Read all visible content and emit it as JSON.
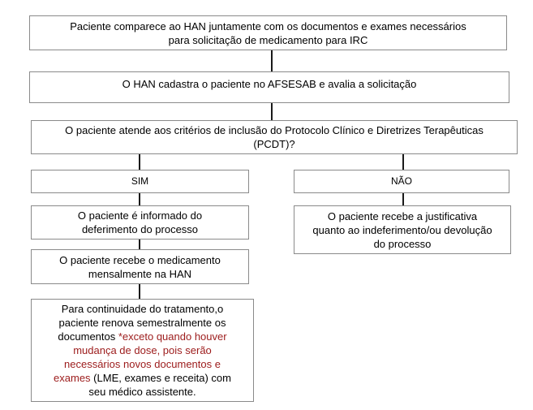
{
  "palette": {
    "background": "#ffffff",
    "box_border": "#8a8a8a",
    "connector": "#1a1a1a",
    "text": "#000000",
    "highlight_text": "#9c1b1b"
  },
  "flowchart": {
    "step_arrival": "Paciente comparece ao HAN juntamente com os documentos e exames necessários\npara solicitação de medicamento para IRC",
    "step_registration": "O HAN cadastra o paciente no AFSESAB e avalia a solicitação",
    "decision": "O paciente atende aos critérios de inclusão do Protocolo Clínico e Diretrizes Terapêuticas\n(PCDT)?",
    "branch_yes_label": "SIM",
    "branch_no_label": "NÃO",
    "yes_step_deferment": "O paciente é informado do\ndeferimento do processo",
    "yes_step_monthly": "O paciente recebe o medicamento\nmensalmente na HAN",
    "yes_step_renewal": {
      "segments": [
        {
          "text": "Para continuidade do tratamento,o\npaciente renova semestralmente os\ndocumentos ",
          "style": "normal"
        },
        {
          "text": "*exceto quando houver\nmudança de dose, pois serão\nnecessários novos documentos e\nexames",
          "style": "highlight"
        },
        {
          "text": " (LME, exames e receita) com\nseu médico assistente.",
          "style": "normal"
        }
      ]
    },
    "no_step_justification": "O paciente recebe a justificativa\nquanto ao indeferimento/ou devolução\ndo processo"
  }
}
